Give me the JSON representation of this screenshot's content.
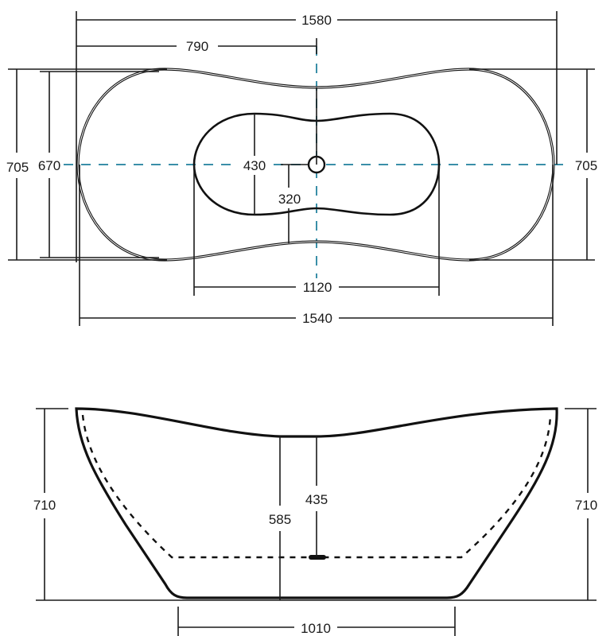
{
  "drawing": {
    "type": "technical-dimension-drawing",
    "subject": "freestanding double-ended bathtub",
    "units": "mm",
    "line_color": "#111111",
    "centerline_color": "#3a8fa8"
  },
  "top_view": {
    "dimensions": {
      "overall_length": "1580",
      "half_length": "790",
      "base_length": "1540",
      "basin_length": "1120",
      "overall_width_left": "705",
      "rim_width": "670",
      "overall_width_right": "705",
      "basin_width": "430",
      "waist_basin_width": "320"
    }
  },
  "side_view": {
    "dimensions": {
      "height_left": "710",
      "height_right": "710",
      "center_rim_height": "585",
      "drain_depth": "435",
      "base_length": "1010"
    }
  }
}
